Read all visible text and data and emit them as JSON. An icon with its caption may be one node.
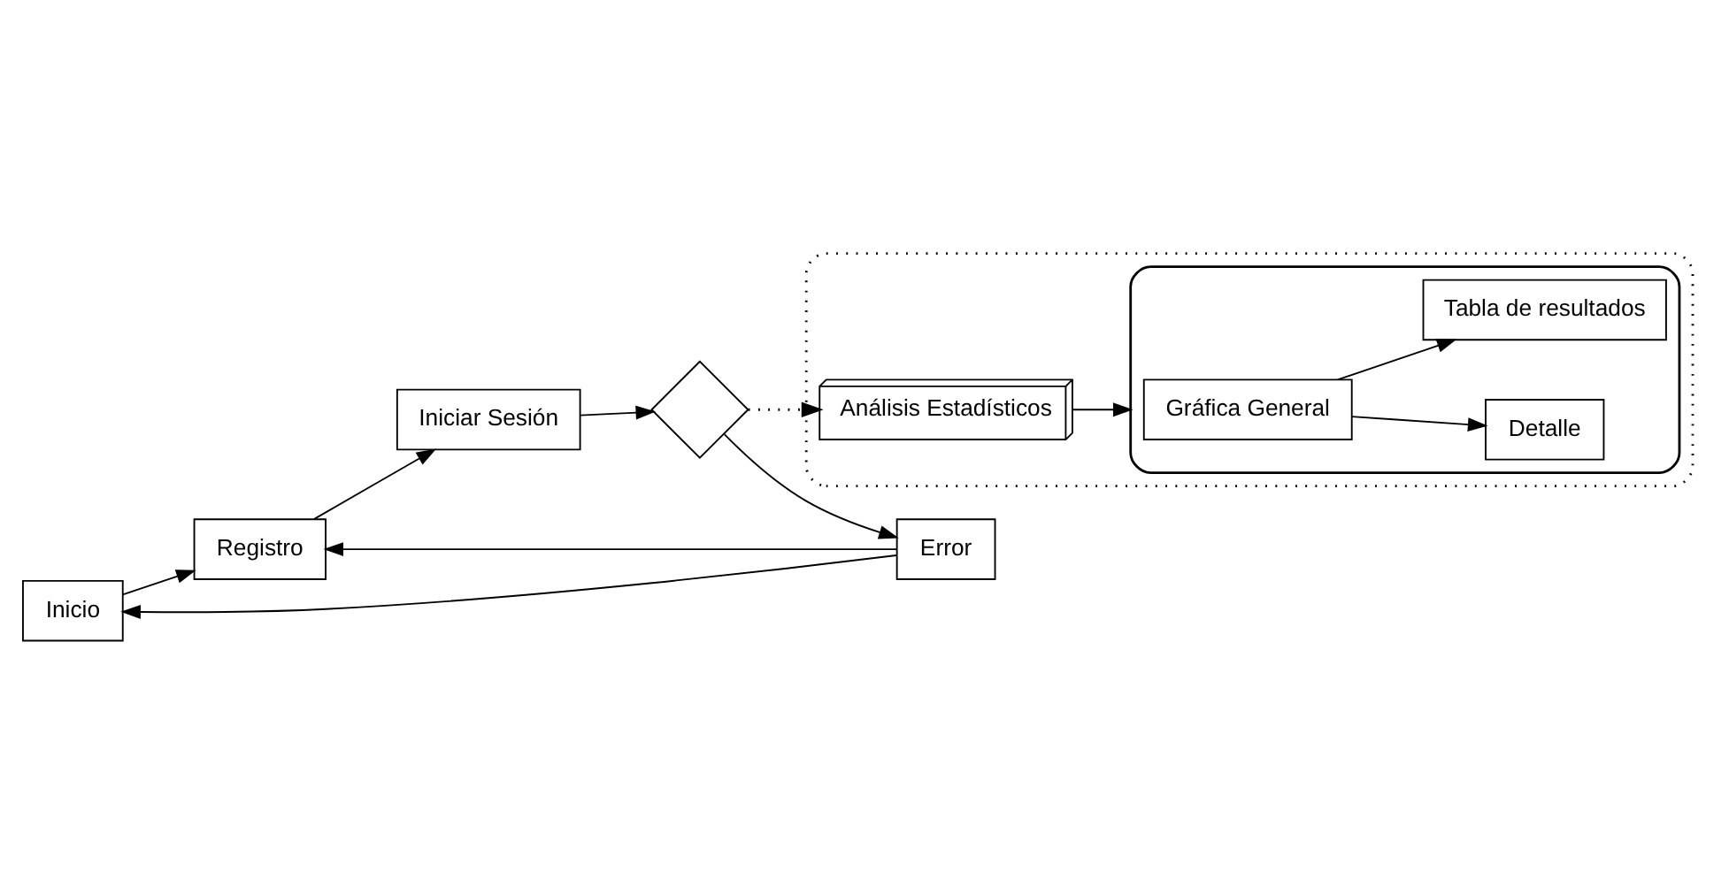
{
  "diagram": {
    "nodes": [
      {
        "text": [
          "Inicio"
        ]
      },
      {
        "text": [
          "Iniciar Sesión"
        ]
      },
      {
        "text": [],
        "shape": "diamond"
      },
      {
        "text": [
          "Error"
        ]
      },
      {
        "text": [
          "Registro"
        ]
      },
      {
        "text": [],
        "shape": "box"
      },
      {
        "text": [
          "Análisis Estadísticos"
        ],
        "in": 5
      },
      {
        "text": [],
        "shape": "box",
        "in": 5
      },
      {
        "text": [
          "Gráfica General"
        ],
        "in": 7
      },
      {
        "text": [
          "Detalle"
        ],
        "in": 7
      },
      {
        "text": [
          "Tabla de resultados"
        ],
        "in": 7
      }
    ],
    "edges": [
      {
        "from": 1,
        "to": 2,
        "arrow": "to"
      },
      {
        "from": 2,
        "to": 6,
        "arrow": "to",
        "style": "dashed"
      },
      {
        "from": 2,
        "to": 3,
        "arrow": "to"
      },
      {
        "from": 3,
        "to": 0,
        "arrow": "to"
      },
      {
        "from": 3,
        "to": 4,
        "arrow": "to"
      },
      {
        "from": 4,
        "to": 1,
        "arrow": "to"
      },
      {
        "from": 0,
        "to": 4,
        "arrow": "to"
      },
      {
        "from": 6,
        "to": 7,
        "arrow": "to"
      },
      {
        "from": 8,
        "to": 9,
        "arrow": "to"
      },
      {
        "from": 8,
        "to": 10,
        "arrow": "to"
      }
    ]
  }
}
